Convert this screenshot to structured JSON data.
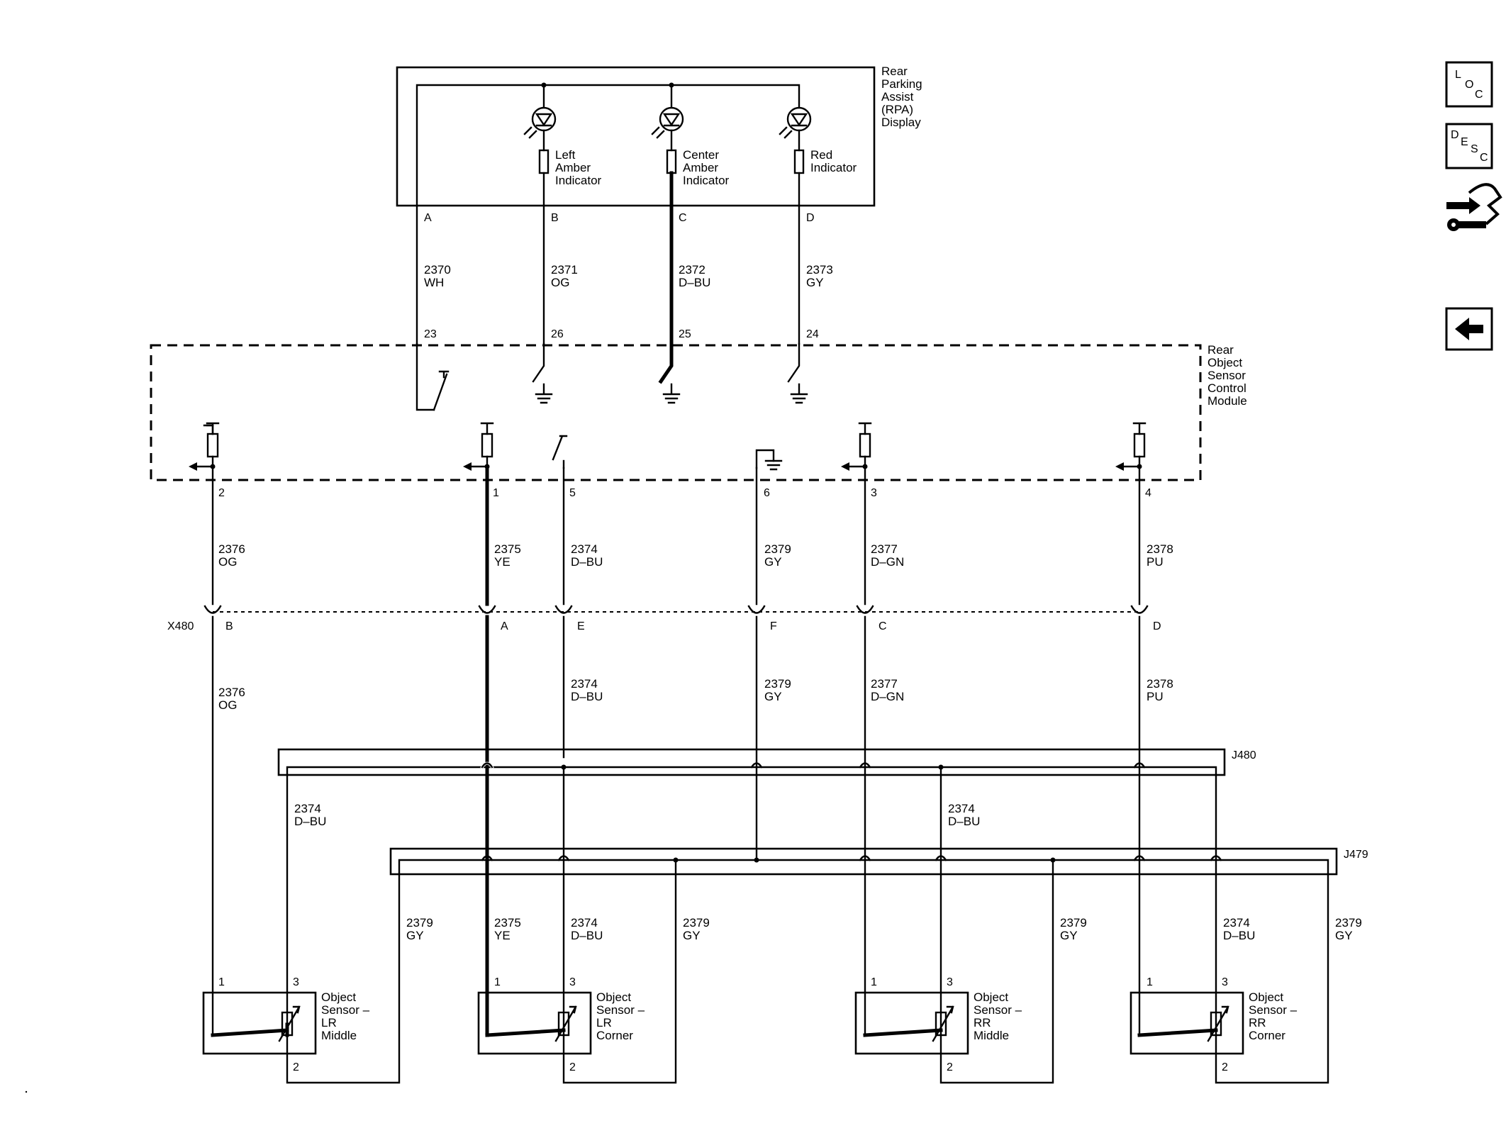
{
  "rpa_display": {
    "label": [
      "Rear",
      "Parking",
      "Assist",
      "(RPA)",
      "Display"
    ]
  },
  "indicators": [
    {
      "label": [
        "Left",
        "Amber",
        "Indicator"
      ]
    },
    {
      "label": [
        "Center",
        "Amber",
        "Indicator"
      ]
    },
    {
      "label": [
        "Red",
        "Indicator"
      ]
    }
  ],
  "display_pins": [
    "A",
    "B",
    "C",
    "D"
  ],
  "display_circuits": [
    {
      "num": "2370",
      "color": "WH"
    },
    {
      "num": "2371",
      "color": "OG"
    },
    {
      "num": "2372",
      "color": "D–BU"
    },
    {
      "num": "2373",
      "color": "GY"
    }
  ],
  "module": {
    "label": [
      "Rear",
      "Object",
      "Sensor",
      "Control",
      "Module"
    ],
    "top_pins": [
      "23",
      "26",
      "25",
      "24"
    ],
    "bottom_pins": [
      "2",
      "1",
      "5",
      "6",
      "3",
      "4"
    ]
  },
  "module_circuits": [
    {
      "num": "2376",
      "color": "OG"
    },
    {
      "num": "2375",
      "color": "YE"
    },
    {
      "num": "2374",
      "color": "D–BU"
    },
    {
      "num": "2379",
      "color": "GY"
    },
    {
      "num": "2377",
      "color": "D–GN"
    },
    {
      "num": "2378",
      "color": "PU"
    }
  ],
  "connector": {
    "name": "X480",
    "pins": [
      "B",
      "A",
      "E",
      "F",
      "C",
      "D"
    ]
  },
  "lower_circuits": [
    {
      "num": "2376",
      "color": "OG"
    },
    {
      "num": "2374",
      "color": "D–BU"
    },
    {
      "num": "2379",
      "color": "GY"
    },
    {
      "num": "2377",
      "color": "D–GN"
    },
    {
      "num": "2378",
      "color": "PU"
    }
  ],
  "splices": {
    "j480": "J480",
    "j479": "J479"
  },
  "splice_circuits": [
    {
      "num": "2374",
      "color": "D–BU"
    },
    {
      "num": "2374",
      "color": "D–BU"
    }
  ],
  "sensor_circuits": [
    {
      "num": "2379",
      "color": "GY"
    },
    {
      "num": "2375",
      "color": "YE"
    },
    {
      "num": "2374",
      "color": "D–BU"
    },
    {
      "num": "2379",
      "color": "GY"
    },
    {
      "num": "2379",
      "color": "GY"
    },
    {
      "num": "2374",
      "color": "D–BU"
    },
    {
      "num": "2379",
      "color": "GY"
    }
  ],
  "sensors": [
    {
      "label": [
        "Object",
        "Sensor –",
        "LR",
        "Middle"
      ],
      "pins": [
        "1",
        "3",
        "2"
      ]
    },
    {
      "label": [
        "Object",
        "Sensor –",
        "LR",
        "Corner"
      ],
      "pins": [
        "1",
        "3",
        "2"
      ]
    },
    {
      "label": [
        "Object",
        "Sensor –",
        "RR",
        "Middle"
      ],
      "pins": [
        "1",
        "3",
        "2"
      ]
    },
    {
      "label": [
        "Object",
        "Sensor –",
        "RR",
        "Corner"
      ],
      "pins": [
        "1",
        "3",
        "2"
      ]
    }
  ],
  "nav": {
    "loc": [
      "L",
      "O",
      "C"
    ],
    "desc": [
      "D",
      "E",
      "S",
      "C"
    ]
  },
  "icons": {
    "loc": "location-view-icon",
    "desc": "description-view-icon",
    "repair": "repair-connector-icon",
    "back": "back-arrow-icon"
  }
}
